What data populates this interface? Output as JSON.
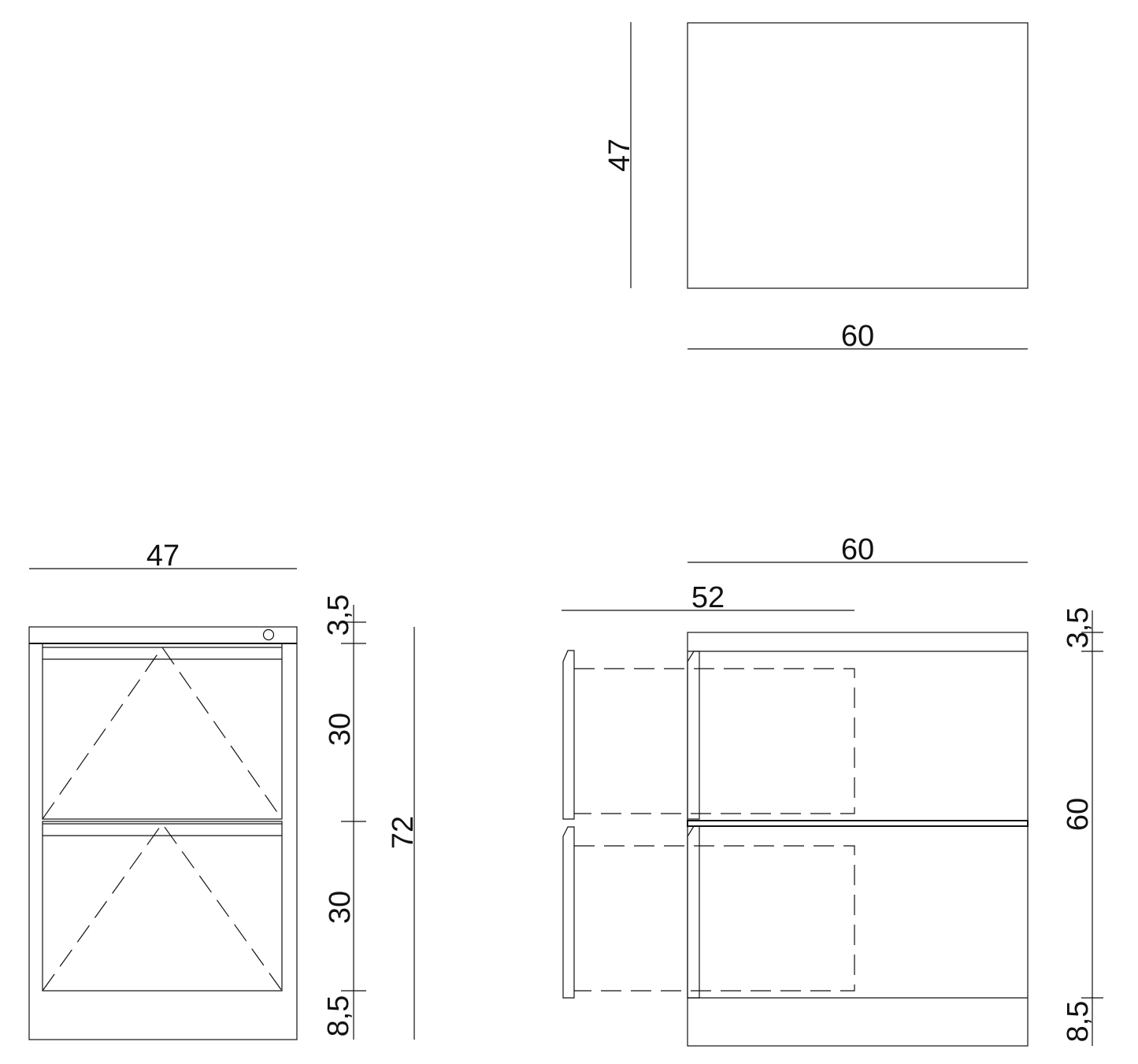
{
  "top_view": {
    "depth": "47",
    "width": "60"
  },
  "front_view": {
    "width": "47",
    "height": "72",
    "top_panel": "3,5",
    "drawer_upper": "30",
    "drawer_lower": "30",
    "plinth": "8,5"
  },
  "side_view": {
    "width": "60",
    "drawer_extension": "52",
    "top_panel": "3,5",
    "height": "60",
    "plinth": "8,5"
  }
}
